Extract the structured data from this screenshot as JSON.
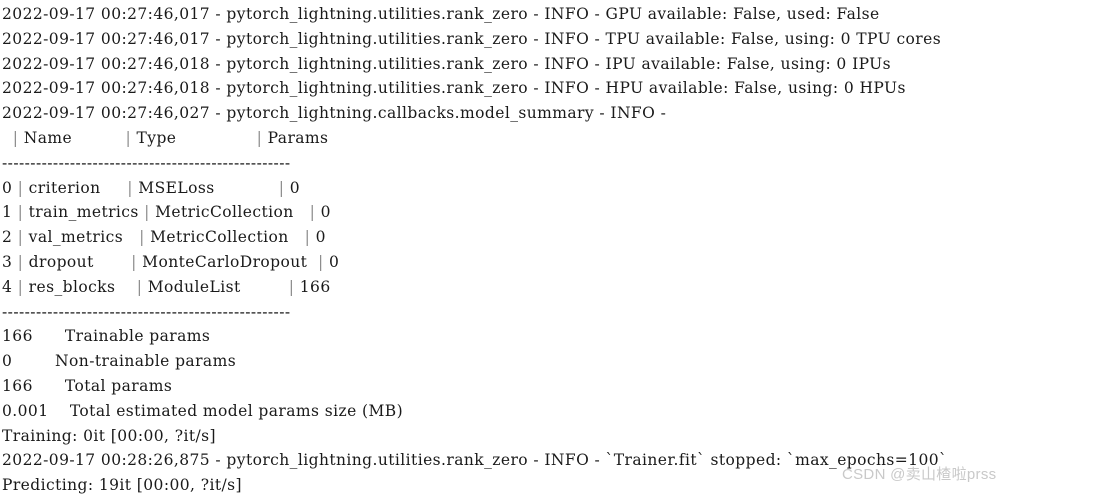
{
  "terminal": {
    "background_color": "#ffffff",
    "text_color": "#1a1a1a",
    "pipe_color": "#8d8d8d",
    "watermark_color": "#c9c9c9",
    "log_lines": [
      "2022-09-17 00:27:46,017 - pytorch_lightning.utilities.rank_zero - INFO - GPU available: False, used: False",
      "2022-09-17 00:27:46,017 - pytorch_lightning.utilities.rank_zero - INFO - TPU available: False, using: 0 TPU cores",
      "2022-09-17 00:27:46,018 - pytorch_lightning.utilities.rank_zero - INFO - IPU available: False, using: 0 IPUs",
      "2022-09-17 00:27:46,018 - pytorch_lightning.utilities.rank_zero - INFO - HPU available: False, using: 0 HPUs",
      "2022-09-17 00:27:46,027 - pytorch_lightning.callbacks.model_summary - INFO - "
    ],
    "model_summary": {
      "header": "  | Name          | Type               | Params",
      "separator_top": "---------------------------------------------------",
      "rows": [
        "0 | criterion     | MSELoss            | 0",
        "1 | train_metrics | MetricCollection   | 0",
        "2 | val_metrics   | MetricCollection   | 0",
        "3 | dropout       | MonteCarloDropout  | 0",
        "4 | res_blocks    | ModuleList         | 166"
      ],
      "separator_bottom": "---------------------------------------------------",
      "columns": [
        "Name",
        "Type",
        "Params"
      ],
      "entries": [
        {
          "index": "0",
          "name": "criterion",
          "type": "MSELoss",
          "params": "0"
        },
        {
          "index": "1",
          "name": "train_metrics",
          "type": "MetricCollection",
          "params": "0"
        },
        {
          "index": "2",
          "name": "val_metrics",
          "type": "MetricCollection",
          "params": "0"
        },
        {
          "index": "3",
          "name": "dropout",
          "type": "MonteCarloDropout",
          "params": "0"
        },
        {
          "index": "4",
          "name": "res_blocks",
          "type": "ModuleList",
          "params": "166"
        }
      ]
    },
    "totals": [
      "166      Trainable params",
      "0        Non-trainable params",
      "166      Total params",
      "0.001    Total estimated model params size (MB)"
    ],
    "totals_values": {
      "trainable_params": "166",
      "non_trainable_params": "0",
      "total_params": "166",
      "total_estimated_model_params_size_mb": "0.001"
    },
    "progress_training": "Training: 0it [00:00, ?it/s]",
    "stopped_line": "2022-09-17 00:28:26,875 - pytorch_lightning.utilities.rank_zero - INFO - `Trainer.fit` stopped: `max_epochs=100`",
    "progress_predicting": "Predicting: 19it [00:00, ?it/s]"
  },
  "watermark": {
    "text": "CSDN @卖山楂啦prss"
  }
}
